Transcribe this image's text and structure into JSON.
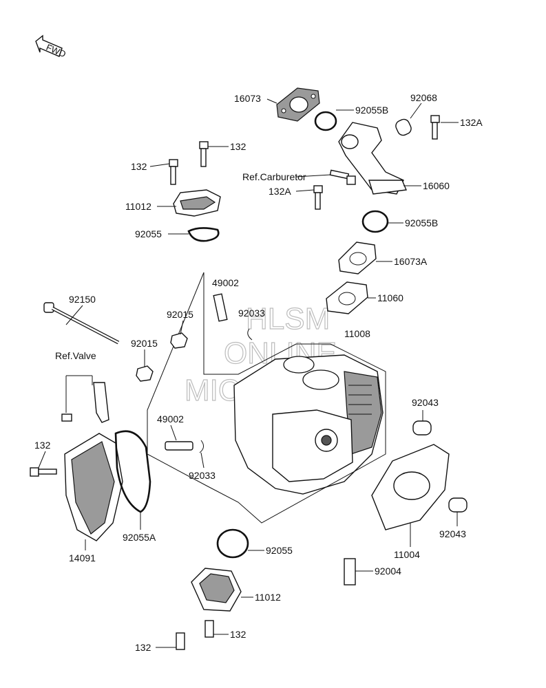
{
  "fwd_label": "FWD",
  "watermark": [
    "HLSM",
    "ONLINE",
    "MICROFICHE"
  ],
  "labels": {
    "p16073": "16073",
    "p92055B_top": "92055B",
    "p92068": "92068",
    "p132A_top": "132A",
    "p132_top": "132",
    "p132_left": "132",
    "ref_carb": "Ref.Carburetor",
    "p132A_mid": "132A",
    "p16060": "16060",
    "p11012_top": "11012",
    "p92055B_mid": "92055B",
    "p92055_top": "92055",
    "p16073A": "16073A",
    "p49002_top": "49002",
    "p11060": "11060",
    "p92150": "92150",
    "p92033_top": "92033",
    "p92015_a": "92015",
    "p11008": "11008",
    "p92015_b": "92015",
    "ref_valve": "Ref.Valve",
    "p92043_top": "92043",
    "p49002_mid": "49002",
    "p132_mid": "132",
    "p92033_mid": "92033",
    "p92055A": "92055A",
    "p92043_right": "92043",
    "p14091": "14091",
    "p92055_bot": "92055",
    "p11004": "11004",
    "p92004": "92004",
    "p11012_bot": "11012",
    "p132_bot_right": "132",
    "p132_bot_left": "132"
  }
}
